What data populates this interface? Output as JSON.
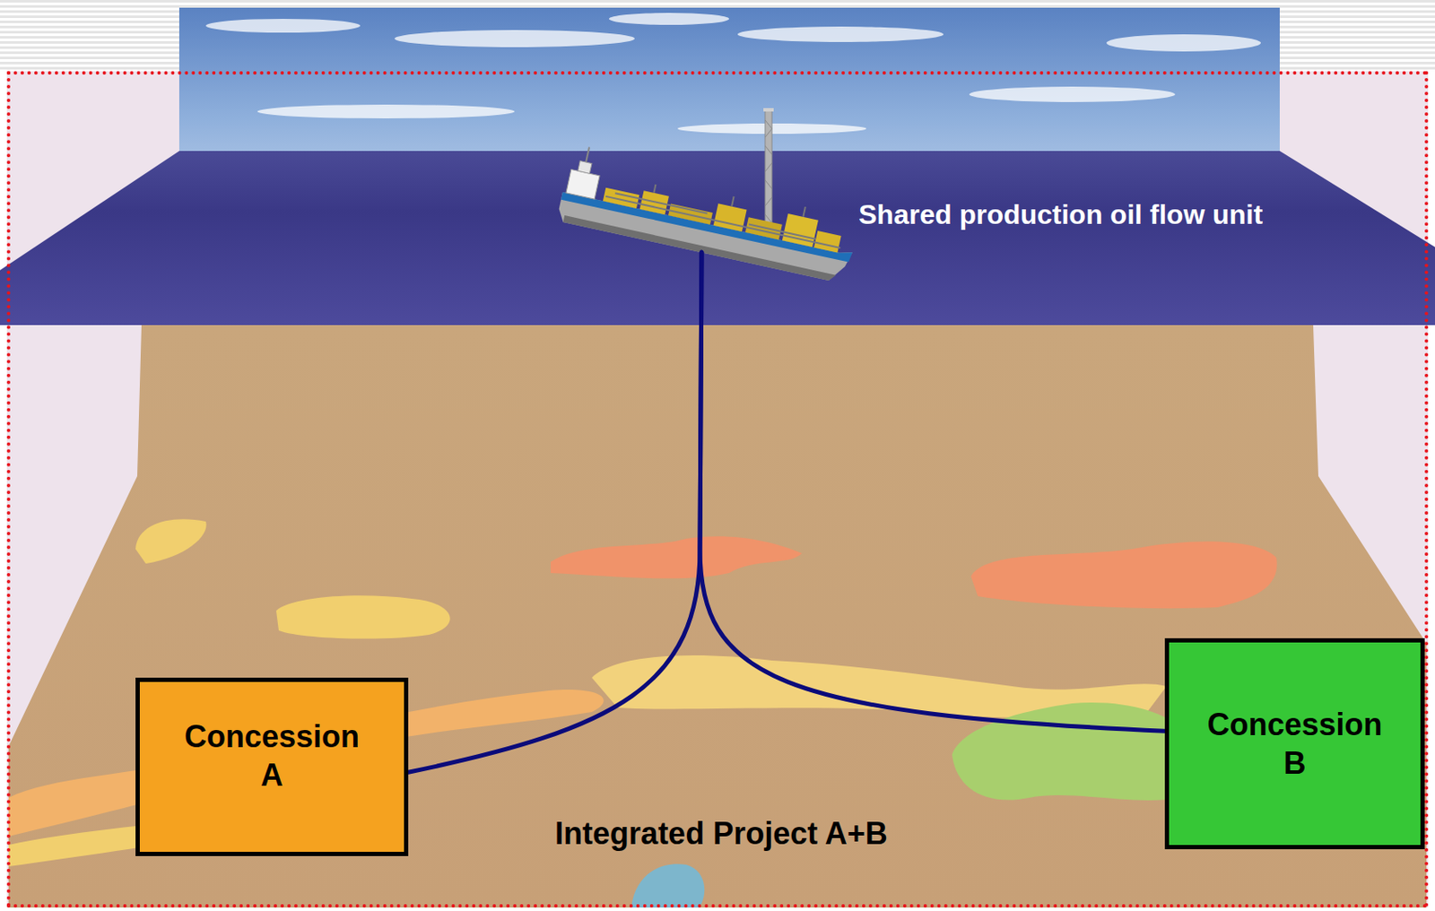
{
  "diagram": {
    "nodes": [
      {
        "text": [
          "Integrated Project A+B"
        ]
      },
      {
        "text": [
          "Shared production oil flow unit"
        ],
        "in": 0
      },
      {
        "text": [
          "Concession A"
        ],
        "in": 0
      },
      {
        "text": [
          "Concession B"
        ],
        "in": 0
      }
    ],
    "edges": [
      {
        "from": 1,
        "to": 2,
        "arrow": "none"
      },
      {
        "from": 1,
        "to": 3,
        "arrow": "none"
      }
    ]
  }
}
